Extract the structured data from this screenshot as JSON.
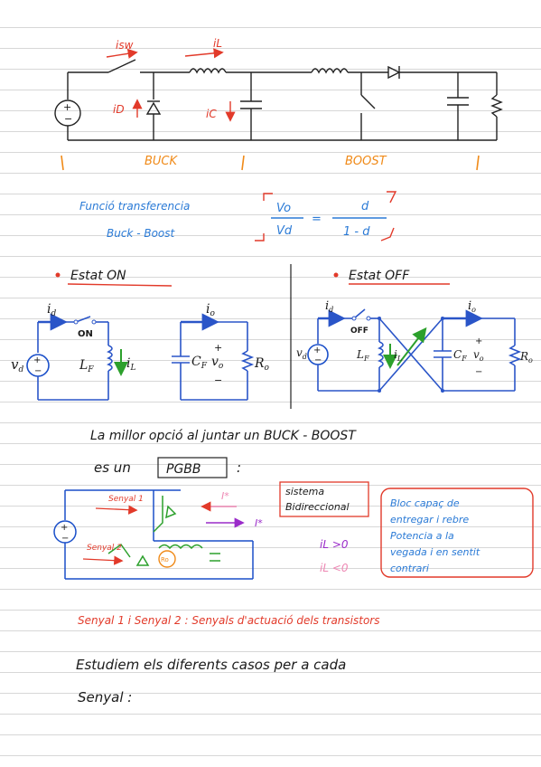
{
  "circuit1": {
    "label_isw": "isw",
    "label_iL_top": "iL",
    "label_iD": "iD",
    "label_iC": "iC",
    "label_buck": "BUCK",
    "label_boost": "BOOST"
  },
  "transfer": {
    "line1": "Funció transferencia",
    "line2": "Buck - Boost",
    "numerator": "Vo",
    "denominator": "Vd",
    "equals": "=",
    "rhs_num": "d",
    "rhs_den": "1 - d"
  },
  "states": {
    "on_title": "Estat ON",
    "off_title": "Estat OFF",
    "on": {
      "id": "i",
      "id_sub": "d",
      "switch": "ON",
      "vd": "v",
      "vd_sub": "d",
      "LF": "L",
      "LF_sub": "F",
      "iL": "i",
      "iL_sub": "L",
      "io": "i",
      "io_sub": "o",
      "CF": "C",
      "CF_sub": "F",
      "plus": "+",
      "minus": "−",
      "vo": "v",
      "vo_sub": "o",
      "Ro": "R",
      "Ro_sub": "o"
    },
    "off": {
      "id": "i",
      "id_sub": "d",
      "switch": "OFF",
      "vd": "v",
      "vd_sub": "d",
      "LF": "L",
      "LF_sub": "F",
      "iL": "i",
      "iL_sub": "L",
      "io": "i",
      "io_sub": "o",
      "CF": "C",
      "CF_sub": "F",
      "plus": "+",
      "minus": "−",
      "vo": "v",
      "vo_sub": "o",
      "Ro": "R",
      "Ro_sub": "o"
    }
  },
  "notes": {
    "line1": "La millor opció al juntar un BUCK - BOOST",
    "line2_prefix": "es un",
    "pgbb": "PGBB",
    "line2_suffix": ":",
    "sistema1": "sistema",
    "sistema2": "Bidireccional",
    "bloc": [
      "Bloc capaç de",
      "entregar i rebre",
      "Potencia a la",
      "vegada i en sentit",
      "contrari"
    ],
    "senyal1": "Senyal 1",
    "senyal2": "Senyal 2",
    "I_star": "I*",
    "I_star2": "I*",
    "ro_label": "Ro",
    "iL_pos": "iL >0",
    "iL_neg": "iL <0",
    "senyals_line": "Senyal 1 i Senyal 2 :  Senyals d'actuació dels transistors",
    "estudiem": "Estudiem els diferents casos per a cada",
    "senyal_colon": "Senyal :"
  }
}
